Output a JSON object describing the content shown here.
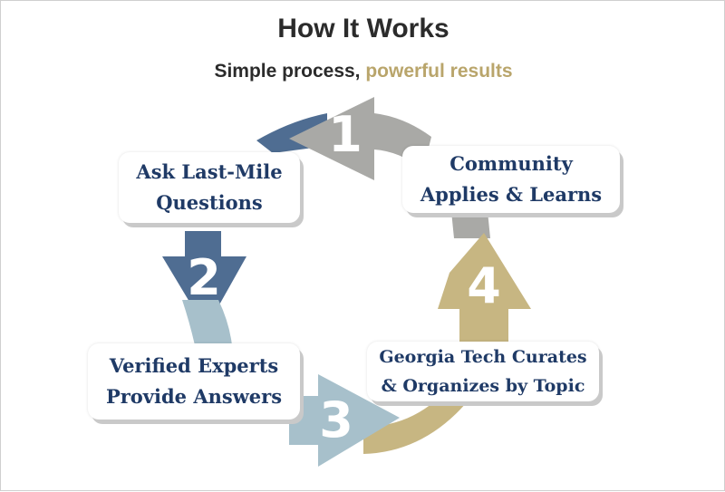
{
  "header": {
    "title": "How It Works",
    "subtitle_plain": "Simple process, ",
    "subtitle_accent": "powerful results"
  },
  "steps": [
    {
      "number": "1",
      "color": "#a9a9a6",
      "label": [
        "Community",
        "Applies & Learns"
      ]
    },
    {
      "number": "2",
      "color": "#4f6d92",
      "label": [
        "Ask Last-Mile",
        "Questions"
      ]
    },
    {
      "number": "3",
      "color": "#a7c0cb",
      "label": [
        "Verified Experts",
        "Provide Answers"
      ]
    },
    {
      "number": "4",
      "color": "#c7b682",
      "label": [
        "Georgia Tech Curates",
        "& Organizes by Topic"
      ]
    }
  ],
  "colors": {
    "title_text": "#2b2b2b",
    "accent_gold": "#b9a56b",
    "label_navy": "#1f3a66",
    "arrow_gray": "#a9a9a6",
    "arrow_navy": "#4f6d92",
    "arrow_lightblue": "#a7c0cb",
    "arrow_gold": "#c7b682"
  }
}
